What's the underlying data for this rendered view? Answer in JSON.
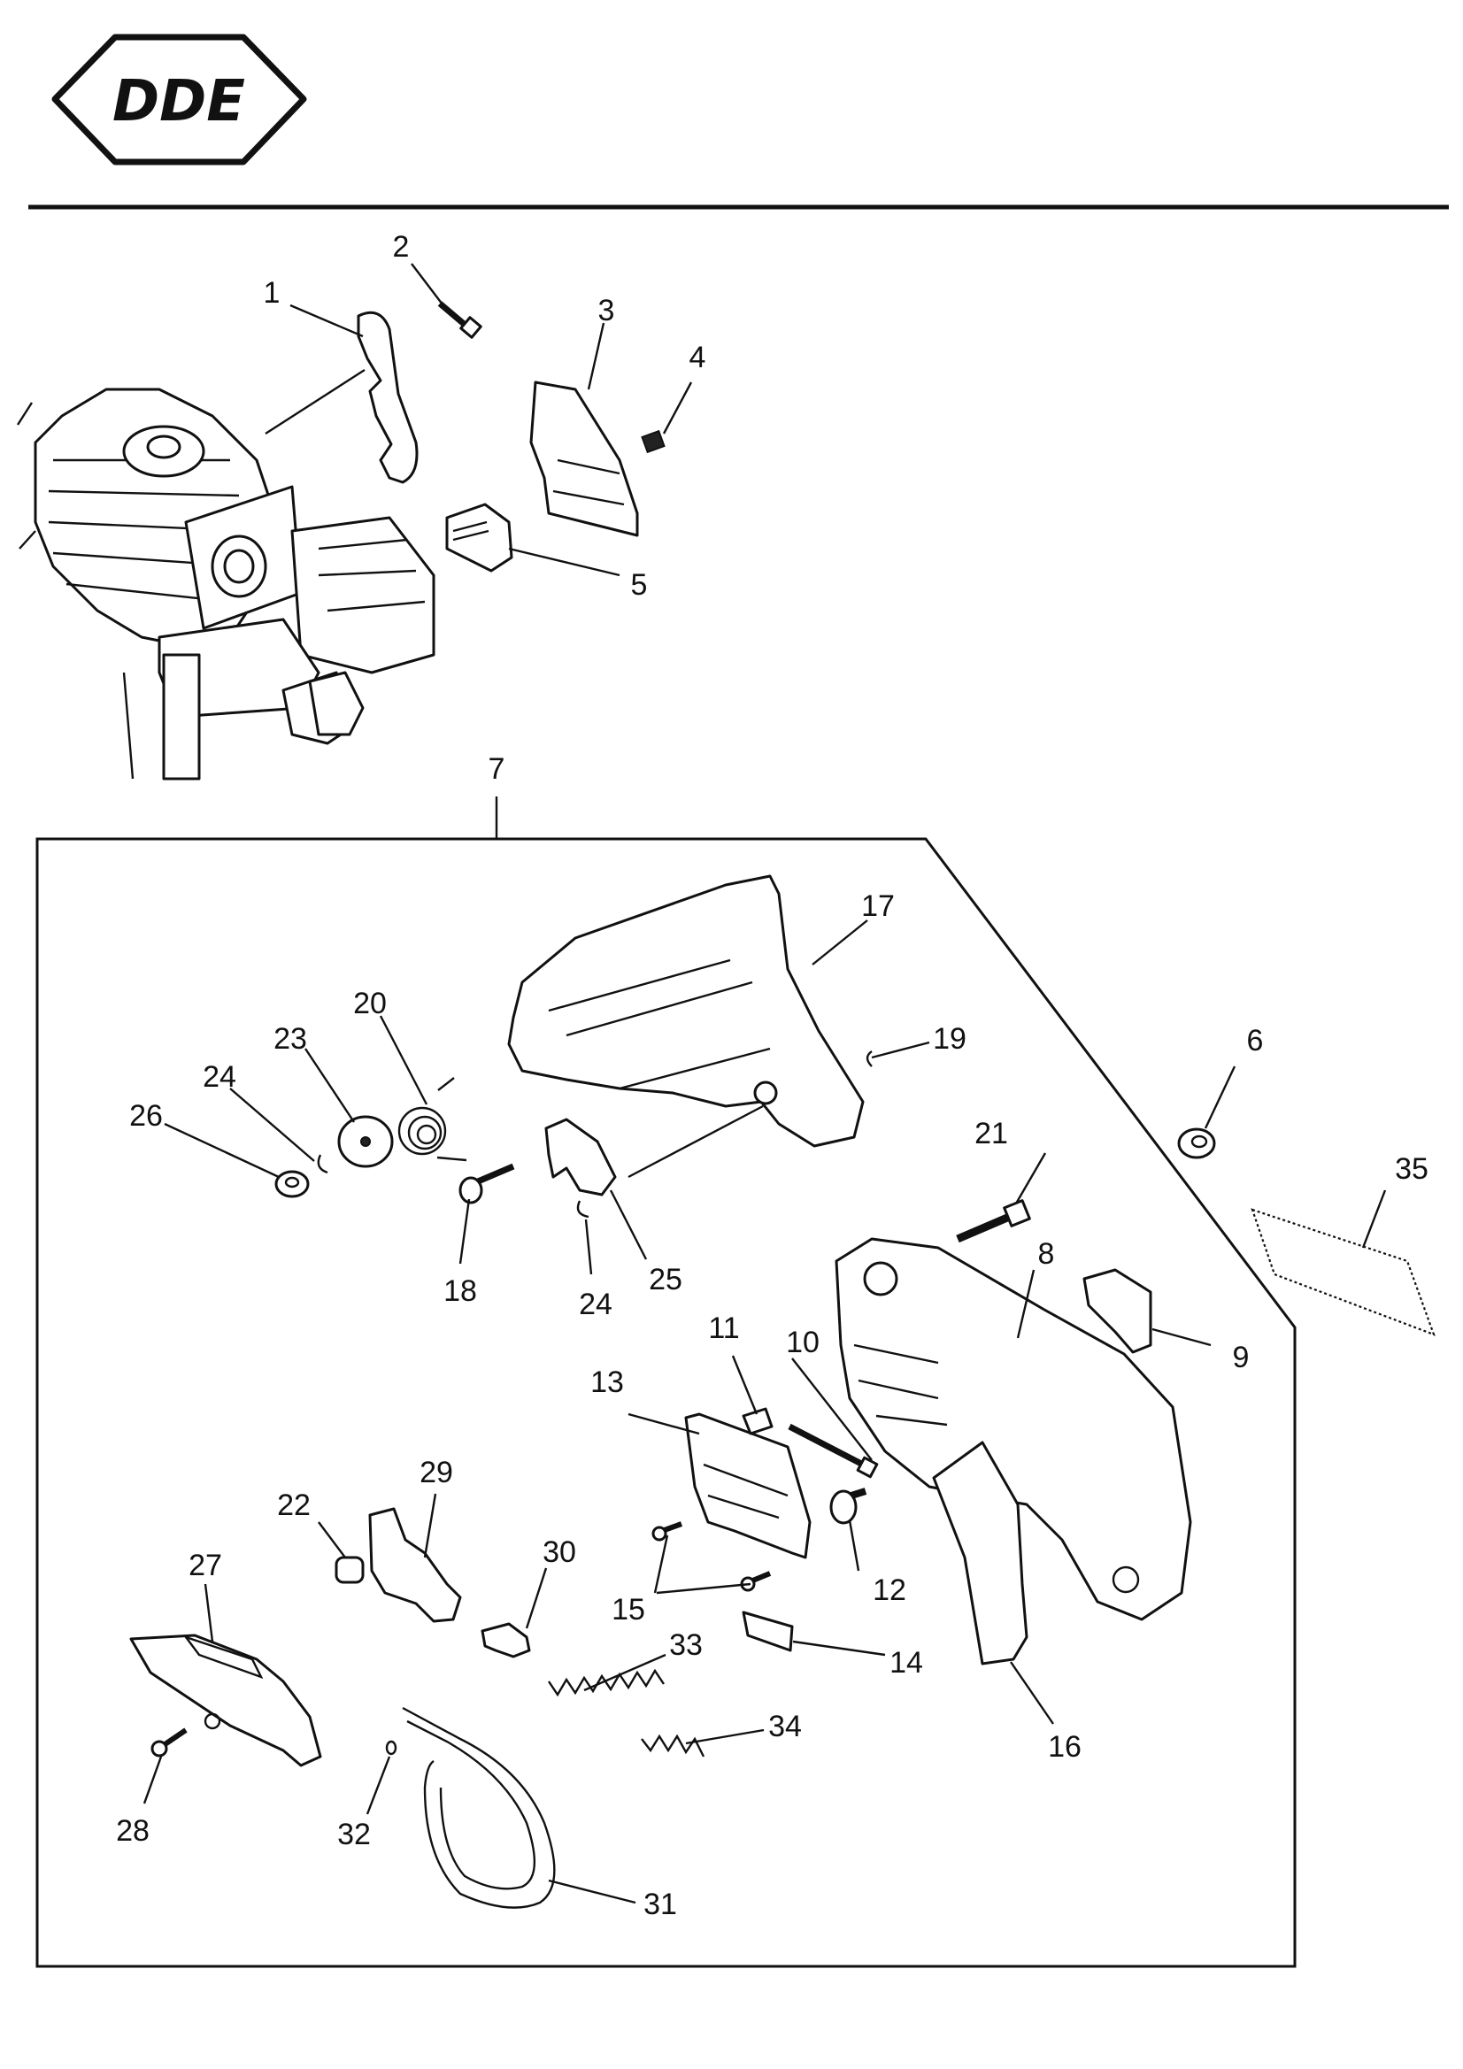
{
  "header": {
    "logo_text": "DDE"
  },
  "diagram": {
    "group_label": "7",
    "callouts": [
      {
        "id": "1",
        "label": "1"
      },
      {
        "id": "2",
        "label": "2"
      },
      {
        "id": "3",
        "label": "3"
      },
      {
        "id": "4",
        "label": "4"
      },
      {
        "id": "5",
        "label": "5"
      },
      {
        "id": "6",
        "label": "6"
      },
      {
        "id": "8",
        "label": "8"
      },
      {
        "id": "9",
        "label": "9"
      },
      {
        "id": "10",
        "label": "10"
      },
      {
        "id": "11",
        "label": "11"
      },
      {
        "id": "12",
        "label": "12"
      },
      {
        "id": "13",
        "label": "13"
      },
      {
        "id": "14",
        "label": "14"
      },
      {
        "id": "15",
        "label": "15"
      },
      {
        "id": "16",
        "label": "16"
      },
      {
        "id": "17",
        "label": "17"
      },
      {
        "id": "18",
        "label": "18"
      },
      {
        "id": "19",
        "label": "19"
      },
      {
        "id": "20",
        "label": "20"
      },
      {
        "id": "21",
        "label": "21"
      },
      {
        "id": "22",
        "label": "22"
      },
      {
        "id": "23",
        "label": "23"
      },
      {
        "id": "24a",
        "label": "24"
      },
      {
        "id": "24b",
        "label": "24"
      },
      {
        "id": "25",
        "label": "25"
      },
      {
        "id": "26",
        "label": "26"
      },
      {
        "id": "27",
        "label": "27"
      },
      {
        "id": "28",
        "label": "28"
      },
      {
        "id": "29",
        "label": "29"
      },
      {
        "id": "30",
        "label": "30"
      },
      {
        "id": "31",
        "label": "31"
      },
      {
        "id": "32",
        "label": "32"
      },
      {
        "id": "33",
        "label": "33"
      },
      {
        "id": "34",
        "label": "34"
      },
      {
        "id": "35",
        "label": "35"
      }
    ]
  }
}
